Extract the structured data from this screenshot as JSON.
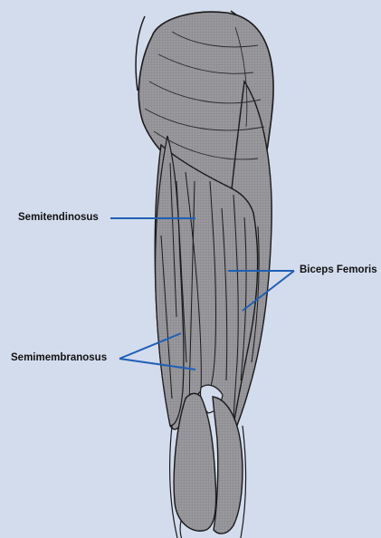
{
  "figure": {
    "background_color": "#d3dced",
    "muscle_fill": "#8e8e93",
    "outline_color": "#1a1a1a",
    "leader_line_color": "#1f5fb5"
  },
  "labels": {
    "semitendinosus": "Semitendinosus",
    "biceps_femoris": "Biceps Femoris",
    "semimembranosus": "Semimembranosus"
  }
}
